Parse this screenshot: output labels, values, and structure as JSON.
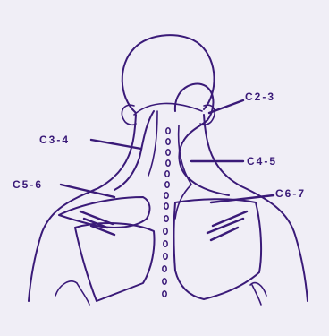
{
  "labels": {
    "c2_3": "C2-3",
    "c3_4": "C3-4",
    "c4_5": "C4-5",
    "c5_6": "C5-6",
    "c6_7": "C6-7"
  },
  "colors": {
    "ink": "#3a1a78",
    "background": "#f0eef6"
  }
}
